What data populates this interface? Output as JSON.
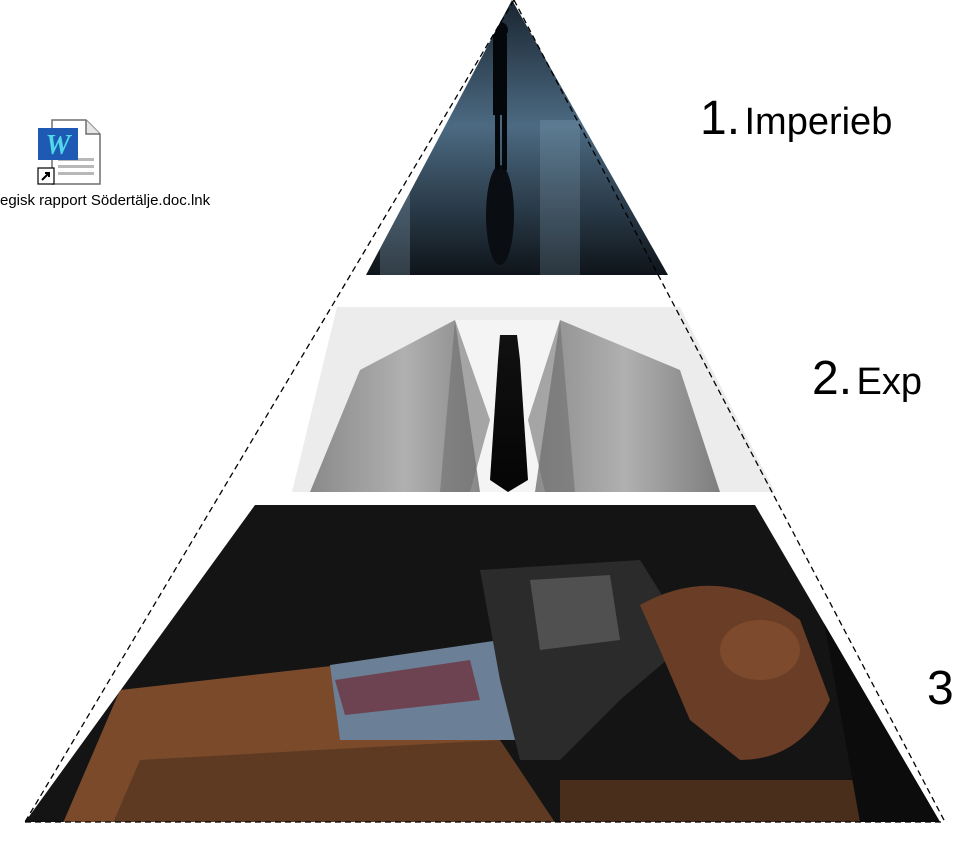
{
  "desktop_shortcut": {
    "label": "egisk rapport Södertälje.doc.lnk",
    "icon": "word-document-shortcut-icon"
  },
  "pyramid": {
    "tiers": [
      {
        "number": "1.",
        "label": "Imperieb",
        "image": "man-walking-on-wet-street-silhouette"
      },
      {
        "number": "2.",
        "label": "Exp",
        "image": "man-in-grey-suit-and-black-tie"
      },
      {
        "number": "3",
        "label": "",
        "image": "hand-holding-pistol-at-waistband"
      }
    ],
    "outline_style": "dashed"
  },
  "colors": {
    "background": "#ffffff",
    "outline": "#000000",
    "word_blue": "#1e5ab4",
    "word_cyan": "#4ed8e8"
  }
}
